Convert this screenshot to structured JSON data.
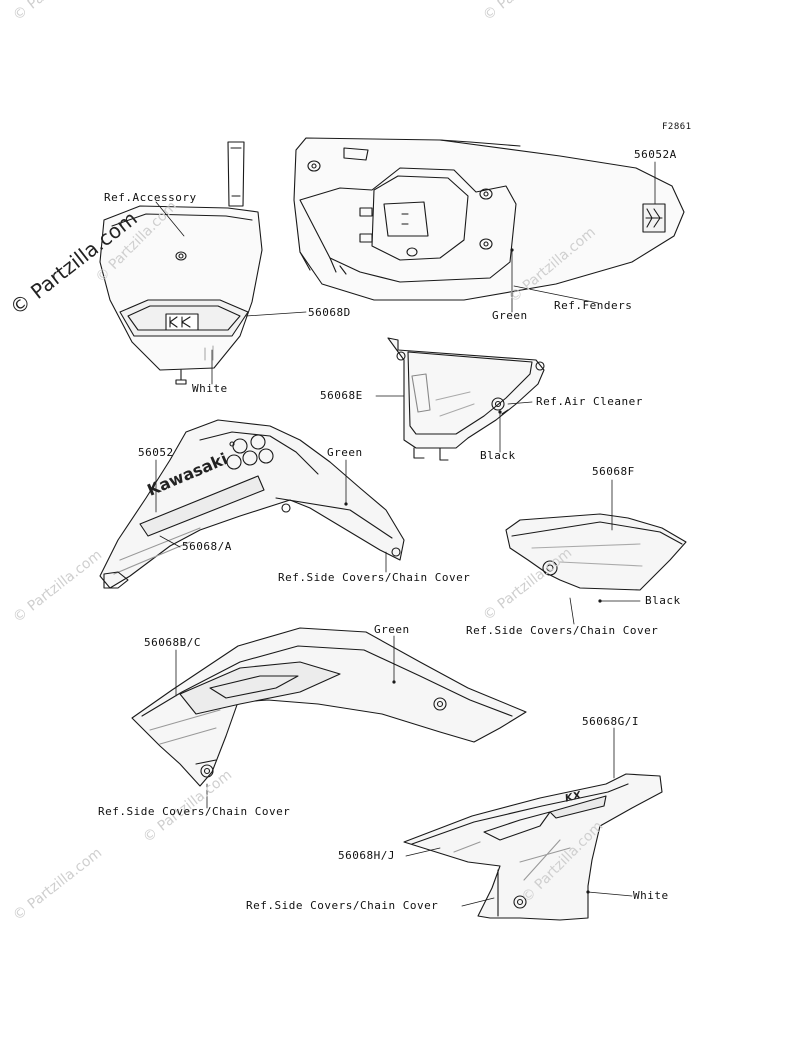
{
  "figure_code": "F2861",
  "watermark": "© Partzilla.com",
  "decal_text": {
    "kawasaki": "Kawasaki",
    "kx": "KX"
  },
  "labels": {
    "p56052A": "56052A",
    "ref_accessory": "Ref.Accessory",
    "ref_fenders": "Ref.Fenders",
    "green_fender": "Green",
    "p56068D": "56068D",
    "white_plate": "White",
    "p56068E": "56068E",
    "ref_air_cleaner": "Ref.Air Cleaner",
    "black_aircleaner": "Black",
    "p56052": "56052",
    "green_shroud": "Green",
    "p56068A": "56068/A",
    "ref_side_covers_1": "Ref.Side Covers/Chain Cover",
    "p56068F": "56068F",
    "black_sidecover": "Black",
    "ref_side_covers_2": "Ref.Side Covers/Chain Cover",
    "p56068BC": "56068B/C",
    "green_lower": "Green",
    "ref_side_covers_3": "Ref.Side Covers/Chain Cover",
    "p56068GI": "56068G/I",
    "p56068HJ": "56068H/J",
    "ref_side_covers_4": "Ref.Side Covers/Chain Cover",
    "white_sidepanel": "White"
  }
}
